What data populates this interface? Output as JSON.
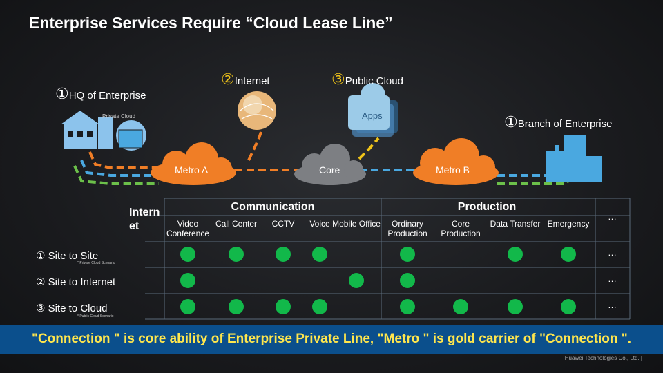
{
  "title": "Enterprise Services Require “Cloud Lease Line”",
  "nodes": {
    "hq": {
      "num": "①",
      "label": "HQ of Enterprise"
    },
    "internet": {
      "num": "②",
      "label": "Internet"
    },
    "public_cloud": {
      "num": "③",
      "label": "Public Cloud"
    },
    "branch": {
      "num": "①",
      "label": "Branch of Enterprise"
    },
    "private_cloud": "Private Cloud",
    "apps": "Apps"
  },
  "clouds": {
    "metro_a": "Metro A",
    "core": "Core",
    "metro_b": "Metro B"
  },
  "colors": {
    "orange": "#f07e26",
    "blue": "#4aa8e0",
    "green": "#6cc04a",
    "yellow": "#f0c419",
    "dot": "#12b84a",
    "banner": "#0b4f8c"
  },
  "table": {
    "corner": "Internet",
    "groups": [
      "Communication",
      "Production"
    ],
    "columns": [
      "Video Conference",
      "Call Center",
      "CCTV",
      "Voice",
      "Mobile Office",
      "Ordinary Production",
      "Core Production",
      "Data Transfer",
      "Emergency",
      "…"
    ],
    "rows": [
      {
        "num": "①",
        "label": "Site to Site",
        "note": "* Private Cloud Scenario",
        "dots": [
          1,
          1,
          1,
          1,
          0,
          1,
          0,
          1,
          1
        ],
        "more": "…"
      },
      {
        "num": "②",
        "label": "Site to Internet",
        "note": "",
        "dots": [
          1,
          0,
          0,
          0,
          1,
          1,
          0,
          0,
          0
        ],
        "more": "…"
      },
      {
        "num": "③",
        "label": "Site to Cloud",
        "note": "* Public Cloud Scenario",
        "dots": [
          1,
          1,
          1,
          1,
          0,
          1,
          1,
          1,
          1
        ],
        "more": "…"
      }
    ]
  },
  "banner": "\"Connection \" is core ability of Enterprise Private Line, \"Metro \" is gold carrier of \"Connection \".",
  "footer": "Huawei Technologies Co., Ltd. |"
}
